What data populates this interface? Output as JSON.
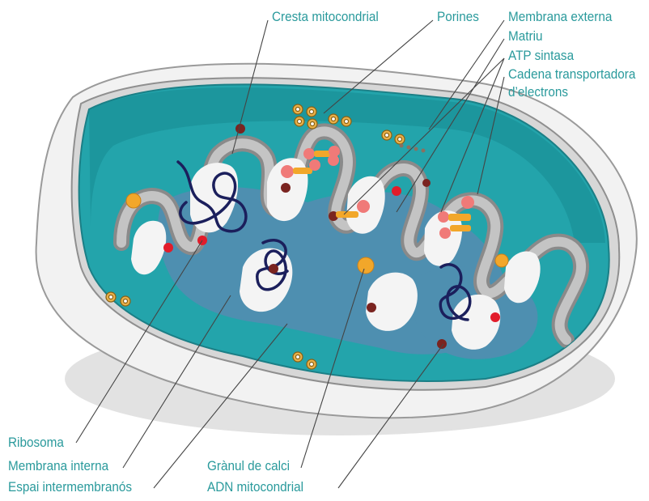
{
  "labels": {
    "cresta": "Cresta mitocondrial",
    "porines": "Porines",
    "membrana_externa": "Membrana externa",
    "matriu": "Matriu",
    "atp_sintasa": "ATP sintasa",
    "cadena_1": "Cadena transportadora",
    "cadena_2": "d’electrons",
    "ribosoma": "Ribosoma",
    "membrana_interna": "Membrana interna",
    "espai": "Espai intermembranós",
    "granul": "Grànul de calci",
    "adn": "ADN mitocondrial"
  },
  "colors": {
    "label_text": "#2a9a9c",
    "leader_line": "#444444",
    "outer_membrane": "#f2f2f2",
    "outer_edge": "#9a9a9a",
    "matrix_teal": "#23a4ab",
    "inner_membrane": "#b8b8b8",
    "matrix_pool": "#4e8fb0",
    "cavity": "#f4f4f4",
    "shadow": "#e2e2e2",
    "dna": "#1b1f5c",
    "ribosome": "#e21c2a",
    "calcium_granule": "#f2a72a",
    "dark_granule": "#7a2420",
    "atp_synthase": "#f07a78",
    "porin": "#e8b04a"
  }
}
